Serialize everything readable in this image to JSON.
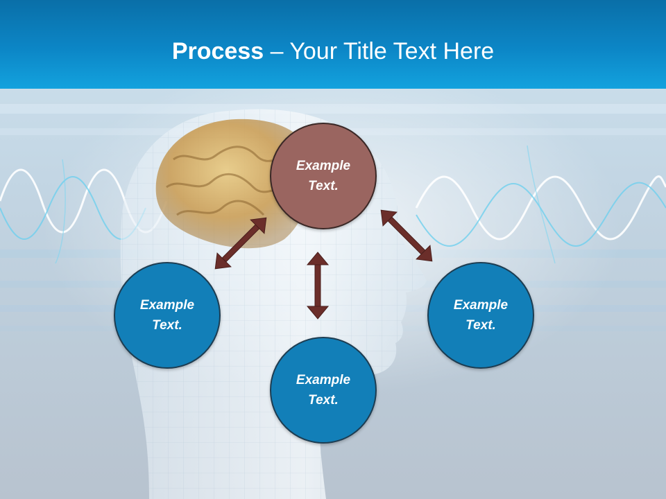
{
  "title": {
    "bold": "Process",
    "rest": " – Your Title Text Here"
  },
  "nodes": {
    "top": {
      "line1": "Example",
      "line2": "Text."
    },
    "left": {
      "line1": "Example",
      "line2": "Text."
    },
    "right": {
      "line1": "Example",
      "line2": "Text."
    },
    "bottom": {
      "line1": "Example",
      "line2": "Text."
    }
  },
  "colors": {
    "title_bar": "#0c86c6",
    "top_node": "#9a6560",
    "blue_node": "#127fb8",
    "arrow": "#6b2e2a"
  }
}
